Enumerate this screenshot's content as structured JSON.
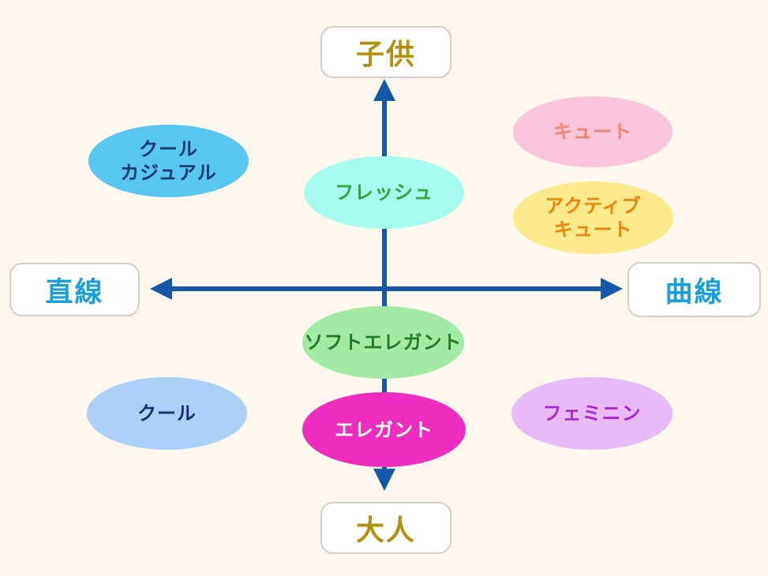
{
  "canvas": {
    "background": "#FDF7EE",
    "axis_color": "#1558A9",
    "box_background": "#FFFFFF",
    "box_border": "#D2CFC8"
  },
  "axis_labels": {
    "top": {
      "label": "子供",
      "color": "#B3910E"
    },
    "bottom": {
      "label": "大人",
      "color": "#B3910E"
    },
    "left": {
      "label": "直線",
      "color": "#14A0DC"
    },
    "right": {
      "label": "曲線",
      "color": "#14A0DC"
    }
  },
  "bubbles": [
    {
      "id": "cool-casual",
      "label": "クール\nカジュアル",
      "bg": "#57C7F2",
      "fg": "#173A6E"
    },
    {
      "id": "fresh",
      "label": "フレッシュ",
      "bg": "#A5FCEE",
      "fg": "#2FA63C"
    },
    {
      "id": "cute",
      "label": "キュート",
      "bg": "#FAC4DB",
      "fg": "#F5846C"
    },
    {
      "id": "active-cute",
      "label": "アクティブ\nキュート",
      "bg": "#FBE98C",
      "fg": "#EF840C"
    },
    {
      "id": "soft-elegant",
      "label": "ソフトエレガント",
      "bg": "#A2EBA5",
      "fg": "#1E7E22"
    },
    {
      "id": "elegant",
      "label": "エレガント",
      "bg": "#EE2CBF",
      "fg": "#FFFFFF"
    },
    {
      "id": "cool",
      "label": "クール",
      "bg": "#ABCFF6",
      "fg": "#1B2D6E"
    },
    {
      "id": "feminine",
      "label": "フェミニン",
      "bg": "#E7BAF8",
      "fg": "#A925D3"
    }
  ]
}
